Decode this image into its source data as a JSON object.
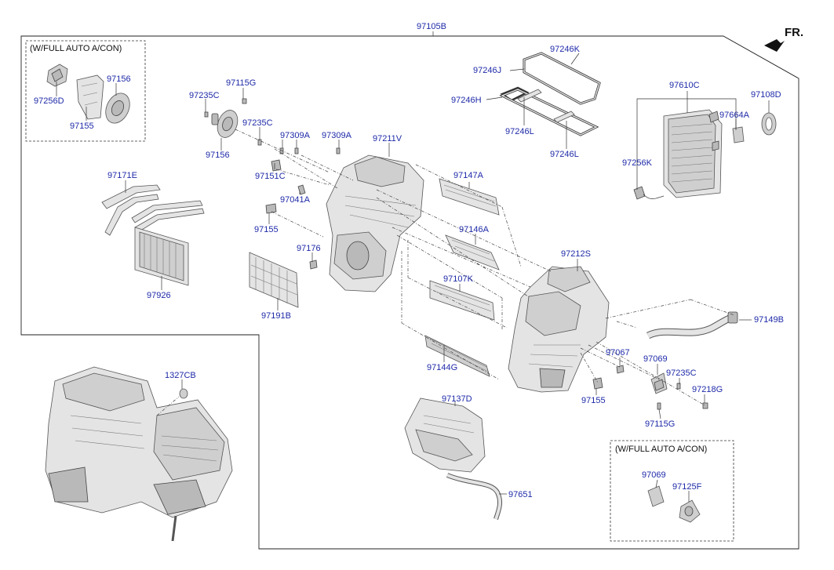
{
  "assembly_label": "97105B",
  "direction_label": "FR.",
  "option_note_top": "(W/FULL AUTO A/CON)",
  "option_note_bottom": "(W/FULL AUTO A/CON)",
  "parts": {
    "p97256D": "97256D",
    "p97156a": "97156",
    "p97155a": "97155",
    "p97115Ga": "97115G",
    "p97235Ca": "97235C",
    "p97156b": "97156",
    "p97235Cb": "97235C",
    "p97309Aa": "97309A",
    "p97309Ab": "97309A",
    "p97211V": "97211V",
    "p97151C": "97151C",
    "p97041A": "97041A",
    "p97155b": "97155",
    "p97171E": "97171E",
    "p97926": "97926",
    "p97176": "97176",
    "p97191B": "97191B",
    "p97246K": "97246K",
    "p97246J": "97246J",
    "p97246H": "97246H",
    "p97246La": "97246L",
    "p97246Lb": "97246L",
    "p97147A": "97147A",
    "p97146A": "97146A",
    "p97107K": "97107K",
    "p97144G": "97144G",
    "p97212S": "97212S",
    "p97610C": "97610C",
    "p97108D": "97108D",
    "p97664A": "97664A",
    "p97256K": "97256K",
    "p97149B": "97149B",
    "p97067": "97067",
    "p97069a": "97069",
    "p97235Cc": "97235C",
    "p97218G": "97218G",
    "p97155c": "97155",
    "p97115Gb": "97115G",
    "p1327CB": "1327CB",
    "p97137D": "97137D",
    "p97651": "97651",
    "p97069b": "97069",
    "p97125F": "97125F"
  },
  "colors": {
    "label": "#1e2aa8",
    "line": "#222222",
    "part_fill": "#e4e4e4"
  }
}
